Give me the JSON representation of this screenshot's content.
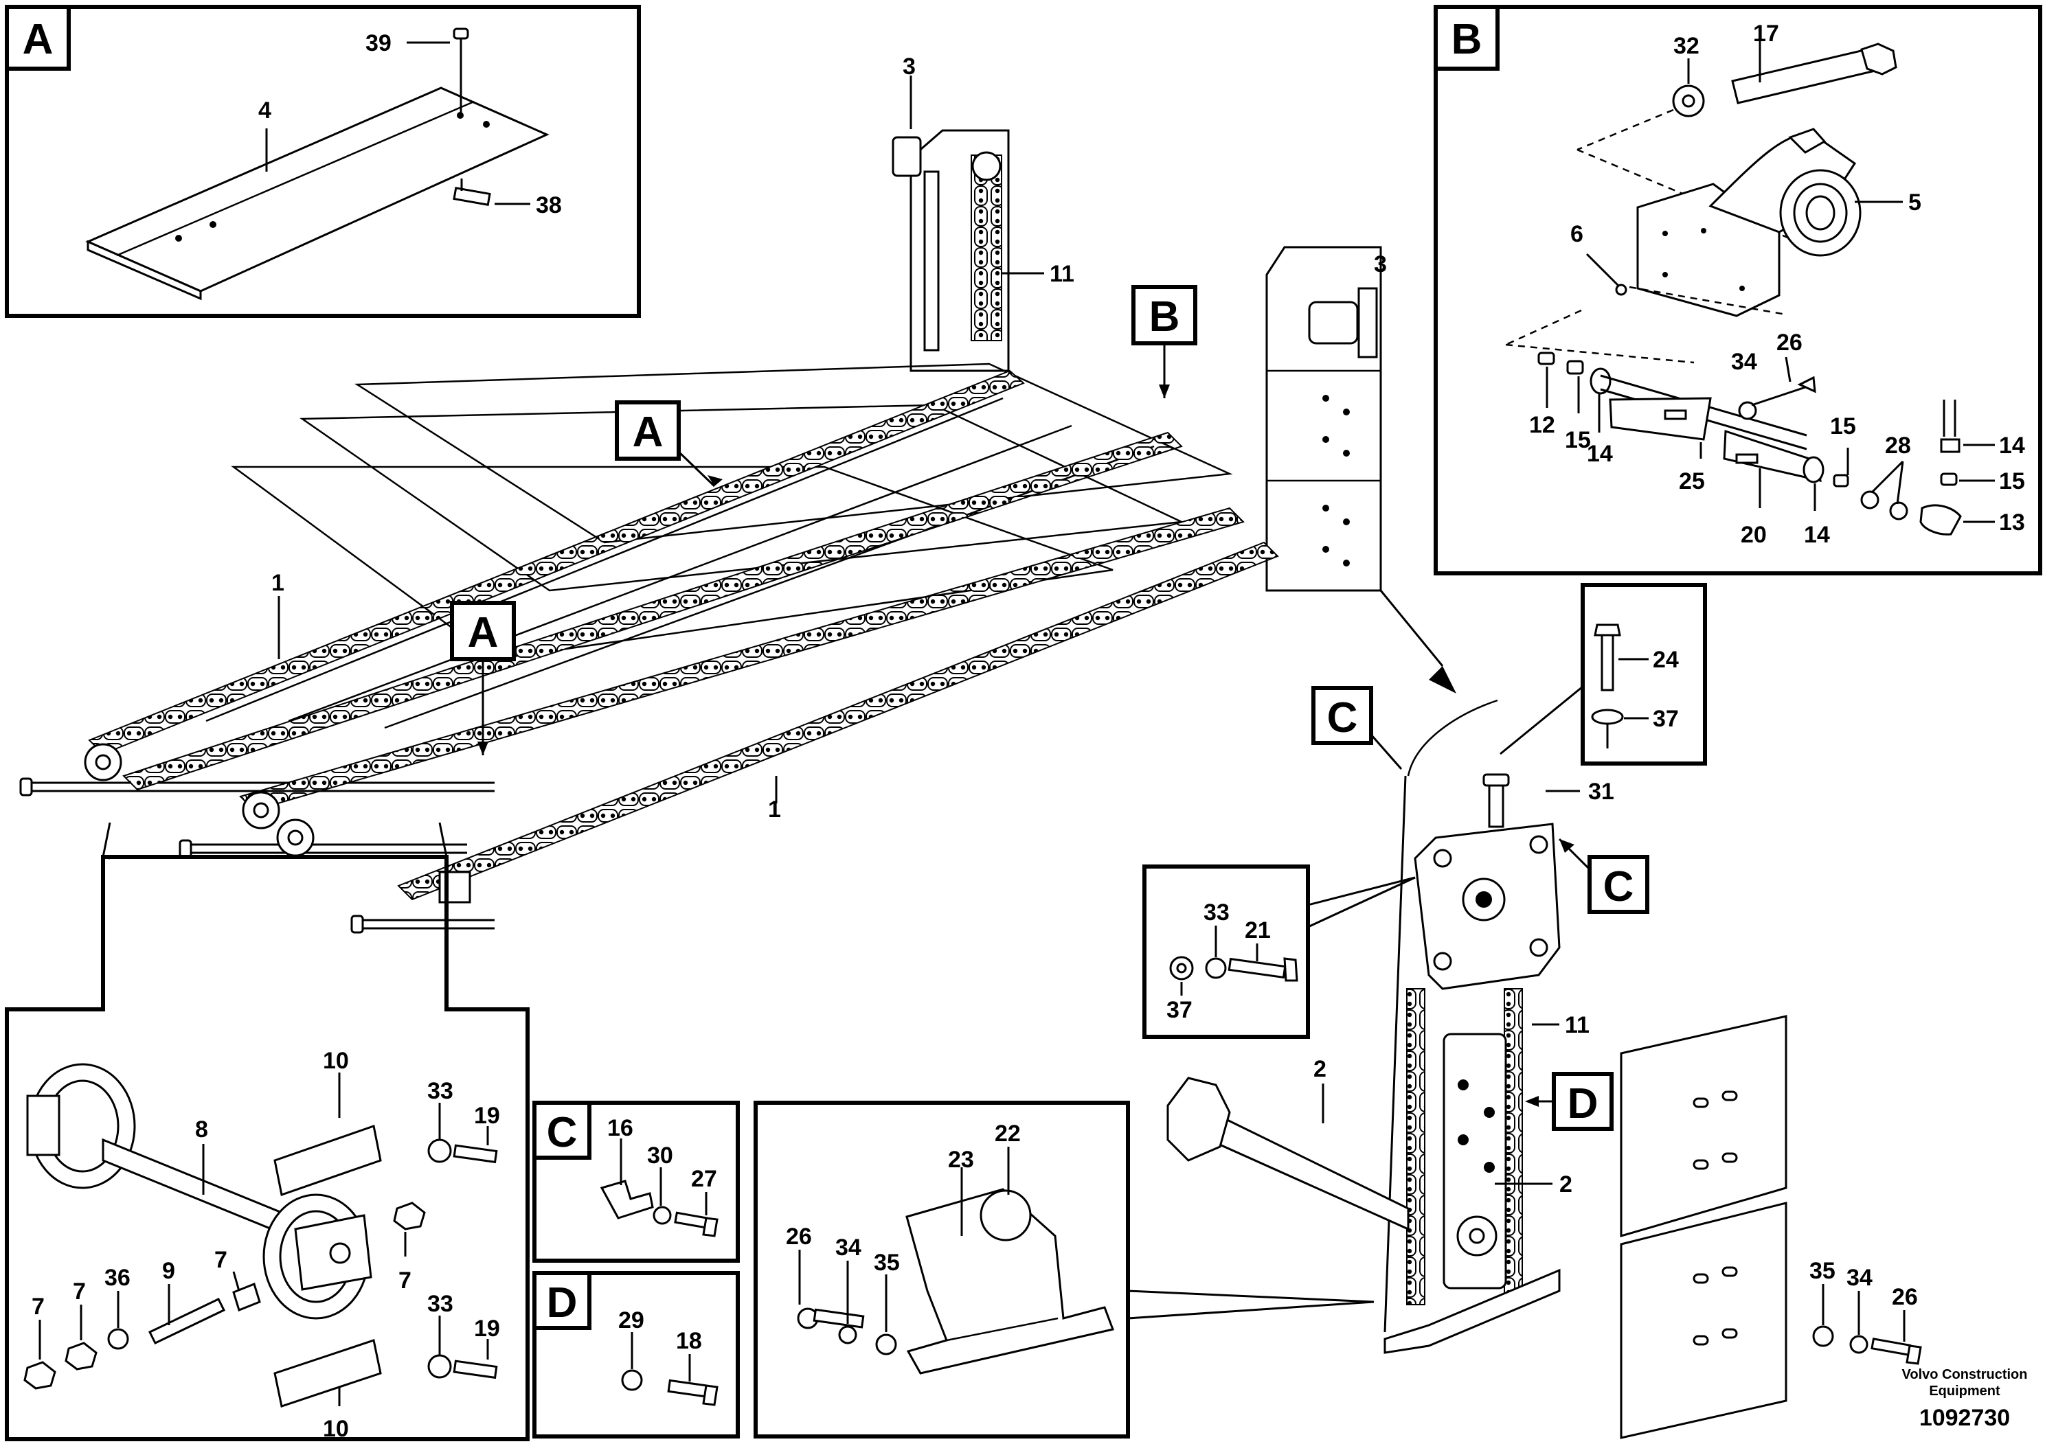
{
  "callout_letters": {
    "a": "A",
    "b": "B",
    "c": "C",
    "d": "D"
  },
  "part_numbers": [
    "1",
    "2",
    "3",
    "4",
    "5",
    "6",
    "7",
    "8",
    "9",
    "10",
    "11",
    "12",
    "13",
    "14",
    "15",
    "16",
    "17",
    "18",
    "19",
    "20",
    "21",
    "22",
    "23",
    "24",
    "25",
    "26",
    "27",
    "28",
    "29",
    "30",
    "31",
    "32",
    "33",
    "34",
    "35",
    "36",
    "37",
    "38",
    "39"
  ],
  "footer": {
    "brand_line1": "Volvo Construction",
    "brand_line2": "Equipment",
    "drawing_number": "1092730"
  }
}
